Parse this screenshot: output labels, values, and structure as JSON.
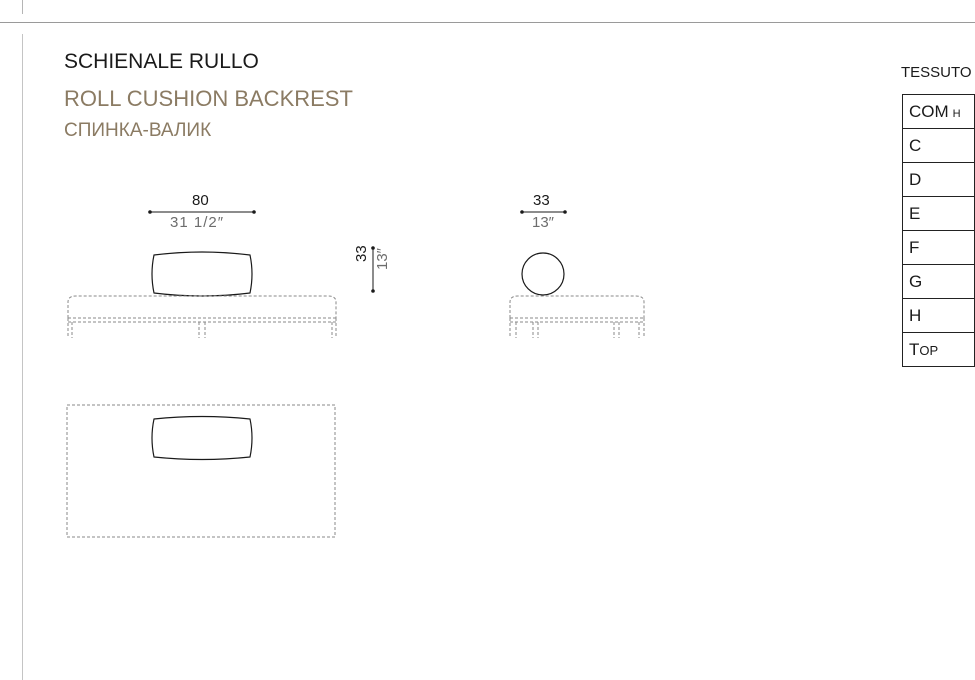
{
  "title": {
    "it": "SCHIENALE RULLO",
    "en": "ROLL CUSHION BACKREST",
    "ru": "СПИНКА-ВАЛИК"
  },
  "dimensions": {
    "front_width_cm": "80",
    "front_width_in": "31 1/2″",
    "height_cm": "33",
    "height_in": "13″",
    "side_depth_cm": "33",
    "side_depth_in": "13″"
  },
  "fabric": {
    "header": "TESSUTO",
    "rows": [
      {
        "big": "COM",
        "small": "H"
      },
      {
        "big": "C",
        "small": ""
      },
      {
        "big": "D",
        "small": ""
      },
      {
        "big": "E",
        "small": ""
      },
      {
        "big": "F",
        "small": ""
      },
      {
        "big": "G",
        "small": ""
      },
      {
        "big": "H",
        "small": ""
      },
      {
        "big": "T",
        "small": "OP"
      }
    ]
  },
  "colors": {
    "accent_text": "#8b7b63",
    "line": "#1a1a1a",
    "dashed": "#8a8a8a"
  }
}
